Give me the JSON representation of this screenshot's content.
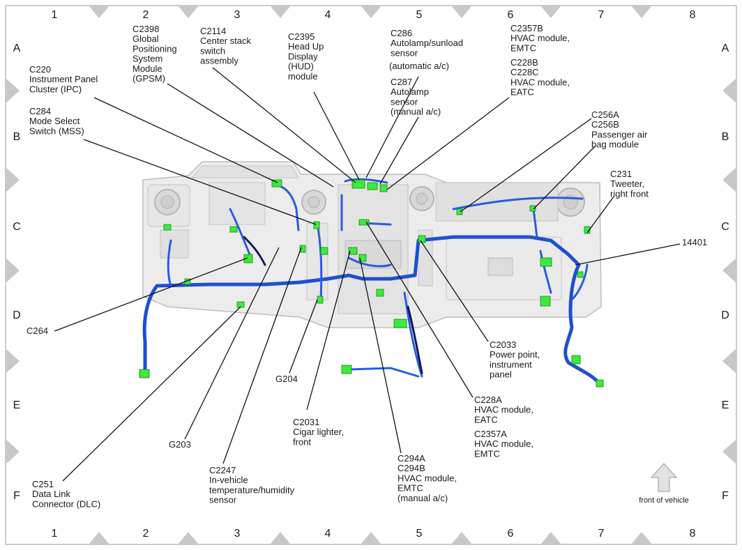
{
  "grid": {
    "columns": [
      "1",
      "2",
      "3",
      "4",
      "5",
      "6",
      "7",
      "8"
    ],
    "rows": [
      "A",
      "B",
      "C",
      "D",
      "E",
      "F"
    ]
  },
  "callouts": [
    {
      "id": "c2398",
      "lines": [
        "C2398",
        "Global",
        "Positioning",
        "System",
        "Module",
        "(GPSM)"
      ]
    },
    {
      "id": "c2114",
      "lines": [
        "C2114",
        "Center stack",
        "switch",
        "assembly"
      ]
    },
    {
      "id": "c2395",
      "lines": [
        "C2395",
        "Head Up",
        "Display",
        "(HUD)",
        "module"
      ]
    },
    {
      "id": "c286",
      "lines": [
        "C286",
        "Autolamp/sunload",
        "sensor"
      ]
    },
    {
      "id": "c286note",
      "lines": [
        "(automatic a/c)"
      ]
    },
    {
      "id": "c287",
      "lines": [
        "C287",
        "Autolamp",
        "sensor",
        "(manual a/c)"
      ]
    },
    {
      "id": "c2357b",
      "lines": [
        "C2357B",
        "HVAC module,",
        "EMTC"
      ]
    },
    {
      "id": "c228b",
      "lines": [
        "C228B",
        "C228C",
        "HVAC module,",
        "EATC"
      ]
    },
    {
      "id": "c220",
      "lines": [
        "C220",
        "Instrument Panel",
        "Cluster (IPC)"
      ]
    },
    {
      "id": "c284",
      "lines": [
        "C284",
        "Mode Select",
        "Switch (MSS)"
      ]
    },
    {
      "id": "c256",
      "lines": [
        "C256A",
        "C256B",
        "Passenger air",
        "bag module"
      ]
    },
    {
      "id": "c231",
      "lines": [
        "C231",
        "Tweeter,",
        "right front"
      ]
    },
    {
      "id": "n14401",
      "lines": [
        "14401"
      ]
    },
    {
      "id": "c264",
      "lines": [
        "C264"
      ]
    },
    {
      "id": "c2033",
      "lines": [
        "C2033",
        "Power point,",
        "instrument",
        "panel"
      ]
    },
    {
      "id": "g204",
      "lines": [
        "G204"
      ]
    },
    {
      "id": "c228a",
      "lines": [
        "C228A",
        "HVAC module,",
        "EATC"
      ]
    },
    {
      "id": "c2357a",
      "lines": [
        "C2357A",
        "HVAC module,",
        "EMTC"
      ]
    },
    {
      "id": "c2031",
      "lines": [
        "C2031",
        "Cigar lighter,",
        "front"
      ]
    },
    {
      "id": "g203",
      "lines": [
        "G203"
      ]
    },
    {
      "id": "c2247",
      "lines": [
        "C2247",
        "In-vehicle",
        "temperature/humidity",
        "sensor"
      ]
    },
    {
      "id": "c294",
      "lines": [
        "C294A",
        "C294B",
        "HVAC module,",
        "EMTC",
        "(manual a/c)"
      ]
    },
    {
      "id": "c251",
      "lines": [
        "C251",
        "Data Link",
        "Connector (DLC)"
      ]
    }
  ],
  "orientation": {
    "label": "front of vehicle",
    "icon": "up-arrow-icon"
  },
  "colors": {
    "harness": "#1f4fd1",
    "connector": "#3dea3d",
    "frame_marker": "#c8c8c8"
  }
}
